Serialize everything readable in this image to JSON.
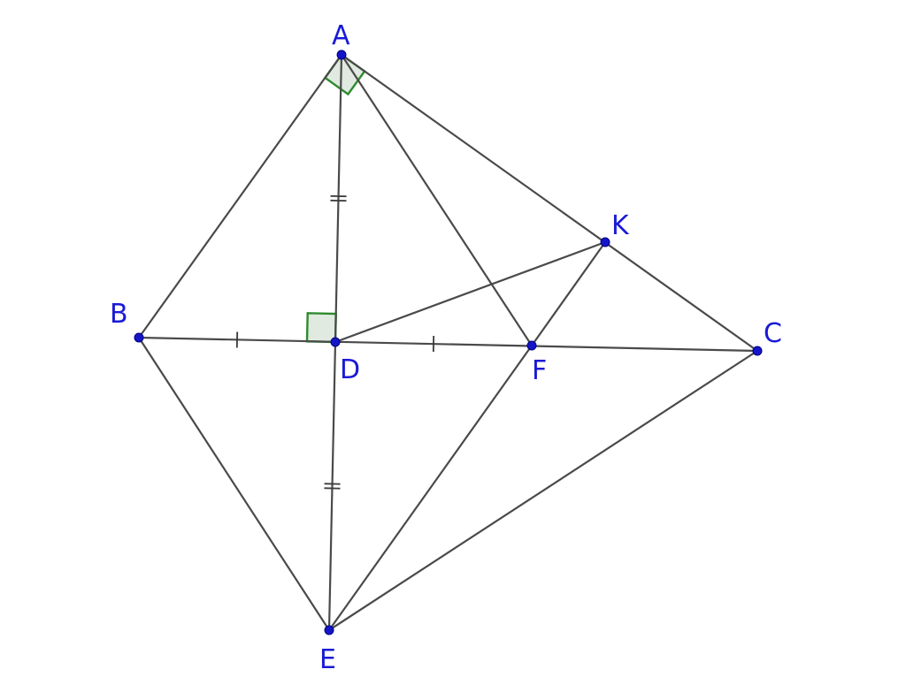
{
  "points": [
    {
      "id": "A",
      "label": "A"
    },
    {
      "id": "B",
      "label": "B"
    },
    {
      "id": "C",
      "label": "C"
    },
    {
      "id": "D",
      "label": "D"
    },
    {
      "id": "E",
      "label": "E"
    },
    {
      "id": "F",
      "label": "F"
    },
    {
      "id": "K",
      "label": "K"
    }
  ],
  "segments": [
    [
      "A",
      "B"
    ],
    [
      "A",
      "C"
    ],
    [
      "A",
      "D"
    ],
    [
      "A",
      "F"
    ],
    [
      "B",
      "C"
    ],
    [
      "B",
      "E"
    ],
    [
      "D",
      "E"
    ],
    [
      "E",
      "F"
    ],
    [
      "E",
      "C"
    ],
    [
      "D",
      "K"
    ],
    [
      "F",
      "K"
    ]
  ],
  "equal_marks": {
    "single": [
      [
        "B",
        "D"
      ],
      [
        "D",
        "F"
      ]
    ],
    "double": [
      [
        "A",
        "D"
      ],
      [
        "D",
        "E"
      ]
    ]
  },
  "right_angles": [
    {
      "vertex": "A",
      "between": [
        "B",
        "C"
      ]
    },
    {
      "vertex": "D",
      "between": [
        "B",
        "A"
      ]
    }
  ],
  "colors": {
    "segment": "#4a4a4a",
    "point": "#1515c8",
    "label": "#1a1ad6",
    "right_angle_stroke": "#2e8b2e",
    "right_angle_fill": "#dde8dd"
  }
}
